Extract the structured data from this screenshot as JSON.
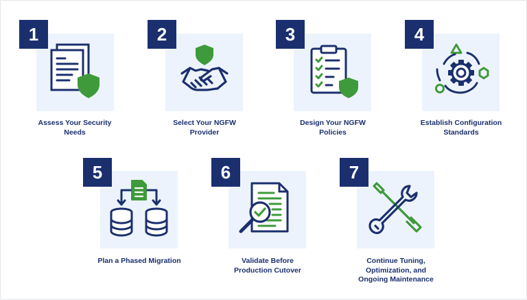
{
  "colors": {
    "navy": "#1b2f6e",
    "green": "#3e9a3a",
    "tile": "#edf3fc"
  },
  "steps": [
    {
      "number": "1",
      "label": "Assess Your Security\nNeeds",
      "icon": "document-shield-icon"
    },
    {
      "number": "2",
      "label": "Select Your NGFW\nProvider",
      "icon": "handshake-shield-icon"
    },
    {
      "number": "3",
      "label": "Design Your NGFW\nPolicies",
      "icon": "clipboard-checklist-shield-icon"
    },
    {
      "number": "4",
      "label": "Establish Configuration\nStandards",
      "icon": "gear-cycle-icon"
    },
    {
      "number": "5",
      "label": "Plan a Phased Migration",
      "icon": "database-migration-icon"
    },
    {
      "number": "6",
      "label": "Validate Before\nProduction Cutover",
      "icon": "document-magnifier-check-icon"
    },
    {
      "number": "7",
      "label": "Continue Tuning,\nOptimization, and\nOngoing Maintenance",
      "icon": "wrench-screwdriver-icon"
    }
  ]
}
